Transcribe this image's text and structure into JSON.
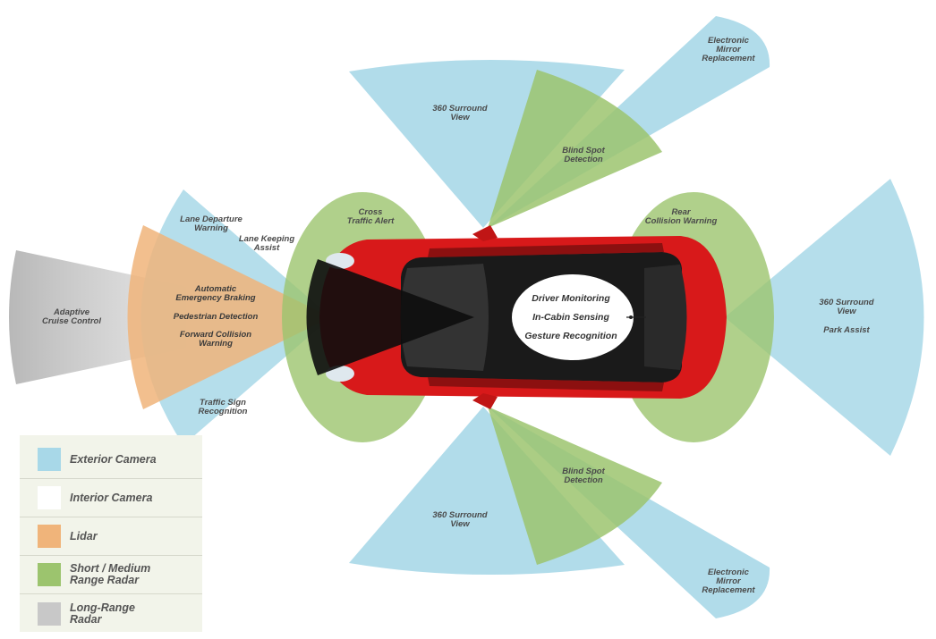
{
  "colors": {
    "exterior_camera": "#a8d8e8",
    "interior_camera": "#ffffff",
    "lidar": "#f0b47a",
    "short_medium_radar": "#9cc46e",
    "long_range_radar": "#c8c8c8",
    "car_body": "#d8191a"
  },
  "labels": {
    "adaptive_cruise": "Adaptive\nCruise Control",
    "lane_departure": "Lane Departure\nWarning",
    "lane_keeping": "Lane Keeping\nAssist",
    "cross_traffic": "Cross\nTraffic Alert",
    "aeb": "Automatic\nEmergency Braking",
    "pedestrian": "Pedestrian Detection",
    "forward_collision": "Forward Collision\nWarning",
    "traffic_sign": "Traffic Sign\nRecognition",
    "surround_top": "360 Surround\nView",
    "surround_bottom": "360 Surround\nView",
    "surround_rear": "360 Surround\nView",
    "park_assist": "Park Assist",
    "blind_spot_top": "Blind Spot\nDetection",
    "blind_spot_bottom": "Blind Spot\nDetection",
    "mirror_top": "Electronic\nMirror\nReplacement",
    "mirror_bottom": "Electronic\nMirror\nReplacement",
    "rear_collision": "Rear\nCollision Warning",
    "driver_monitoring": "Driver Monitoring",
    "in_cabin": "In-Cabin Sensing",
    "gesture": "Gesture Recognition"
  },
  "legend": [
    {
      "label": "Exterior Camera",
      "color": "#a8d8e8"
    },
    {
      "label": "Interior Camera",
      "color": "#ffffff"
    },
    {
      "label": "Lidar",
      "color": "#f0b47a"
    },
    {
      "label": "Short / Medium\nRange Radar",
      "color": "#9cc46e"
    },
    {
      "label": "Long-Range\nRadar",
      "color": "#c8c8c8"
    }
  ]
}
